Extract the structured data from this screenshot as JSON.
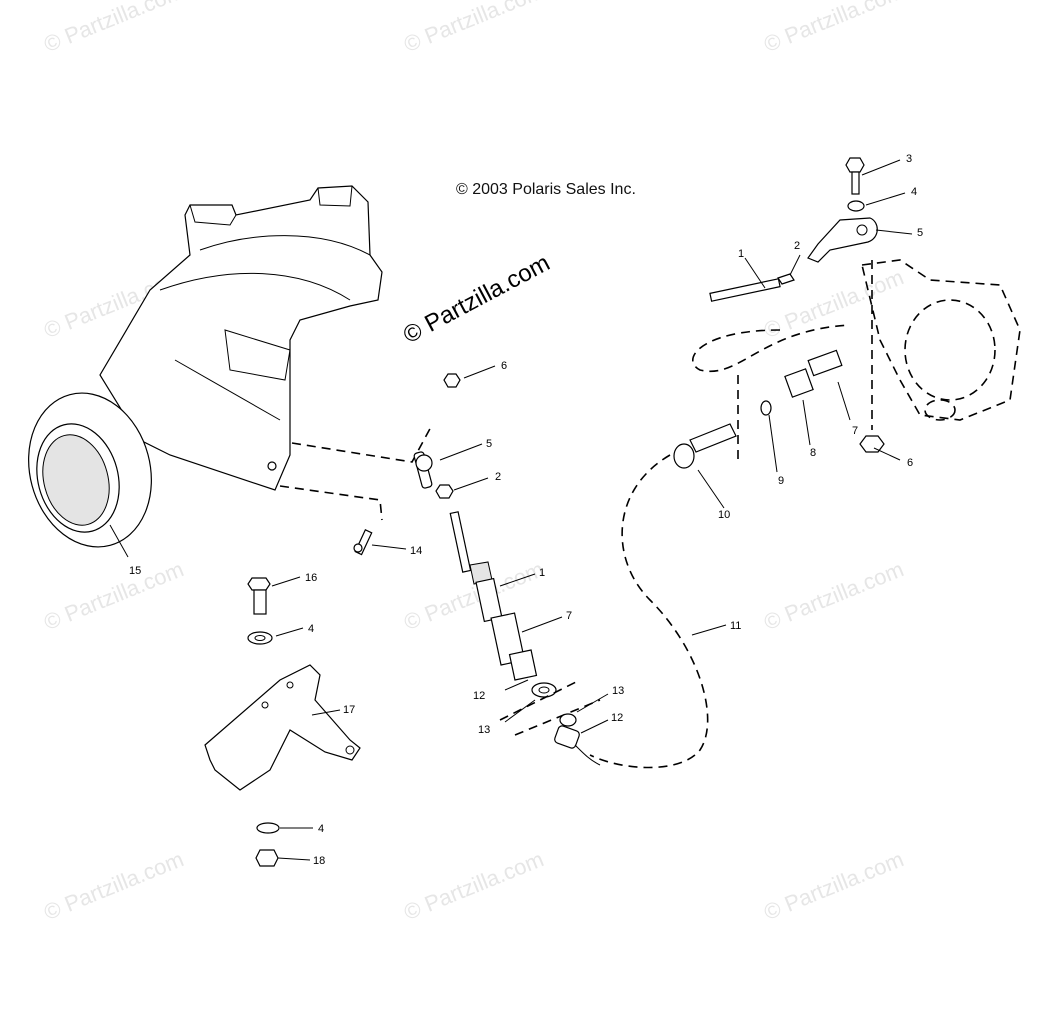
{
  "copyright": "© 2003 Polaris Sales Inc.",
  "brand": "© Partzilla.com",
  "watermark_text": "© Partzilla.com",
  "callouts": [
    {
      "id": "c3",
      "label": "3"
    },
    {
      "id": "c4a",
      "label": "4"
    },
    {
      "id": "c5a",
      "label": "5"
    },
    {
      "id": "c1a",
      "label": "1"
    },
    {
      "id": "c2a",
      "label": "2"
    },
    {
      "id": "c6a",
      "label": "6"
    },
    {
      "id": "c5b",
      "label": "5"
    },
    {
      "id": "c2b",
      "label": "2"
    },
    {
      "id": "c7a",
      "label": "7"
    },
    {
      "id": "c6b",
      "label": "6"
    },
    {
      "id": "c8",
      "label": "8"
    },
    {
      "id": "c9",
      "label": "9"
    },
    {
      "id": "c10",
      "label": "10"
    },
    {
      "id": "c15",
      "label": "15"
    },
    {
      "id": "c14",
      "label": "14"
    },
    {
      "id": "c16",
      "label": "16"
    },
    {
      "id": "c1b",
      "label": "1"
    },
    {
      "id": "c4b",
      "label": "4"
    },
    {
      "id": "c7b",
      "label": "7"
    },
    {
      "id": "c11",
      "label": "11"
    },
    {
      "id": "c17",
      "label": "17"
    },
    {
      "id": "c12a",
      "label": "12"
    },
    {
      "id": "c13a",
      "label": "13"
    },
    {
      "id": "c13b",
      "label": "13"
    },
    {
      "id": "c12b",
      "label": "12"
    },
    {
      "id": "c4c",
      "label": "4"
    },
    {
      "id": "c18",
      "label": "18"
    }
  ]
}
